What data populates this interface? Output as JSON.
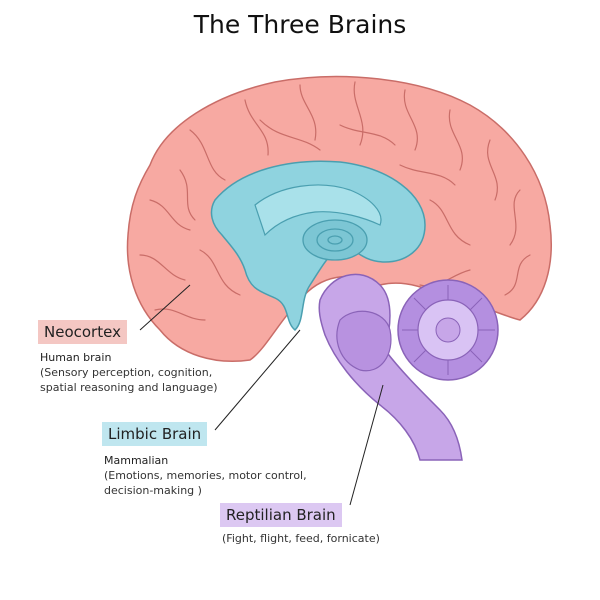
{
  "title": "The Three Brains",
  "colors": {
    "neocortex_fill": "#f7a9a2",
    "neocortex_stroke": "#c96d68",
    "limbic_fill": "#8fd3df",
    "limbic_stroke": "#4a9fb0",
    "reptilian_fill": "#c7a6e8",
    "reptilian_stroke": "#8a63b8",
    "neocortex_tag": "#f4c7c3",
    "limbic_tag": "#bfe6ef",
    "reptilian_tag": "#dcc8f2"
  },
  "labels": {
    "neocortex": {
      "name": "Neocortex",
      "subtitle": "Human brain",
      "detail_1": "(Sensory perception, cognition,",
      "detail_2": "spatial reasoning and language)"
    },
    "limbic": {
      "name": "Limbic Brain",
      "subtitle": "Mammalian",
      "detail_1": "(Emotions, memories, motor control,",
      "detail_2": "decision-making )"
    },
    "reptilian": {
      "name": "Reptilian Brain",
      "detail_1": "(Fight, flight, feed, fornicate)"
    }
  }
}
